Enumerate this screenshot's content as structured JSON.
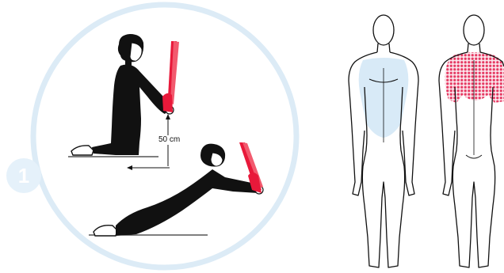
{
  "step": {
    "number": "1"
  },
  "measurement": {
    "label": "50 cm"
  },
  "colors": {
    "circle": "#dcebf6",
    "stepBadge": "#e5f1fa",
    "band": "#e8193a",
    "figure": "#111111",
    "chestHighlight": "#d8eaf7",
    "backHighlight": "#e63a63"
  },
  "icons": {
    "frontBody": "body-front-outline",
    "backBody": "body-back-outline"
  }
}
